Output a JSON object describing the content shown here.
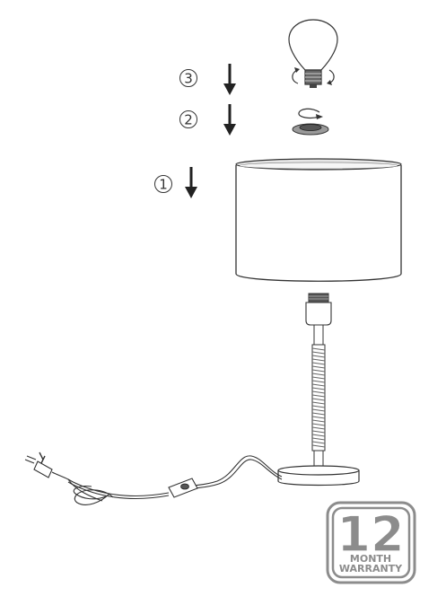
{
  "steps": [
    {
      "number": "3",
      "label": "bulb"
    },
    {
      "number": "2",
      "label": "shade ring"
    },
    {
      "number": "1",
      "label": "lampshade"
    }
  ],
  "badge": {
    "number": "12",
    "line1": "MONTH",
    "line2": "WARRANTY"
  },
  "colors": {
    "line": "#3a3a3a",
    "badge": "#8c8c8c",
    "shade_top": "#e6e6e6",
    "bulb_thread": "#555555"
  },
  "icons": [
    "arrow-down-icon",
    "circled-digit-icon",
    "rotate-arrow-icon"
  ]
}
